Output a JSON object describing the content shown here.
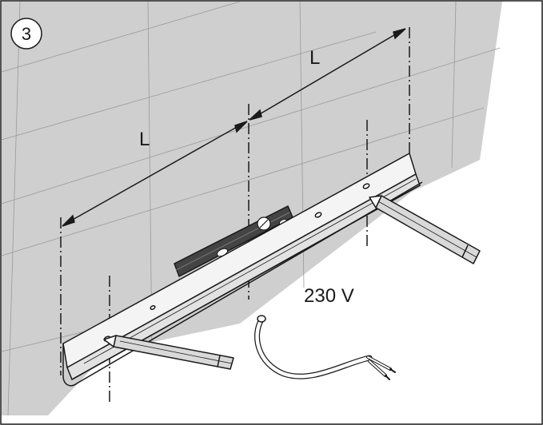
{
  "step": {
    "number": "3"
  },
  "dimensions": {
    "left_span": "L",
    "right_span": "L"
  },
  "power": {
    "voltage_label": "230 V"
  },
  "colors": {
    "wall": "#cfcfcf",
    "tile_lines": "#9a9a9a",
    "outline": "#1a1a1a",
    "rail": "#f4f4f4",
    "level_body": "#444444",
    "pencil": "#d9d9d9",
    "background": "#ffffff"
  },
  "icons": [
    "pencil-icon",
    "spirit-level-icon",
    "power-cable-icon"
  ]
}
